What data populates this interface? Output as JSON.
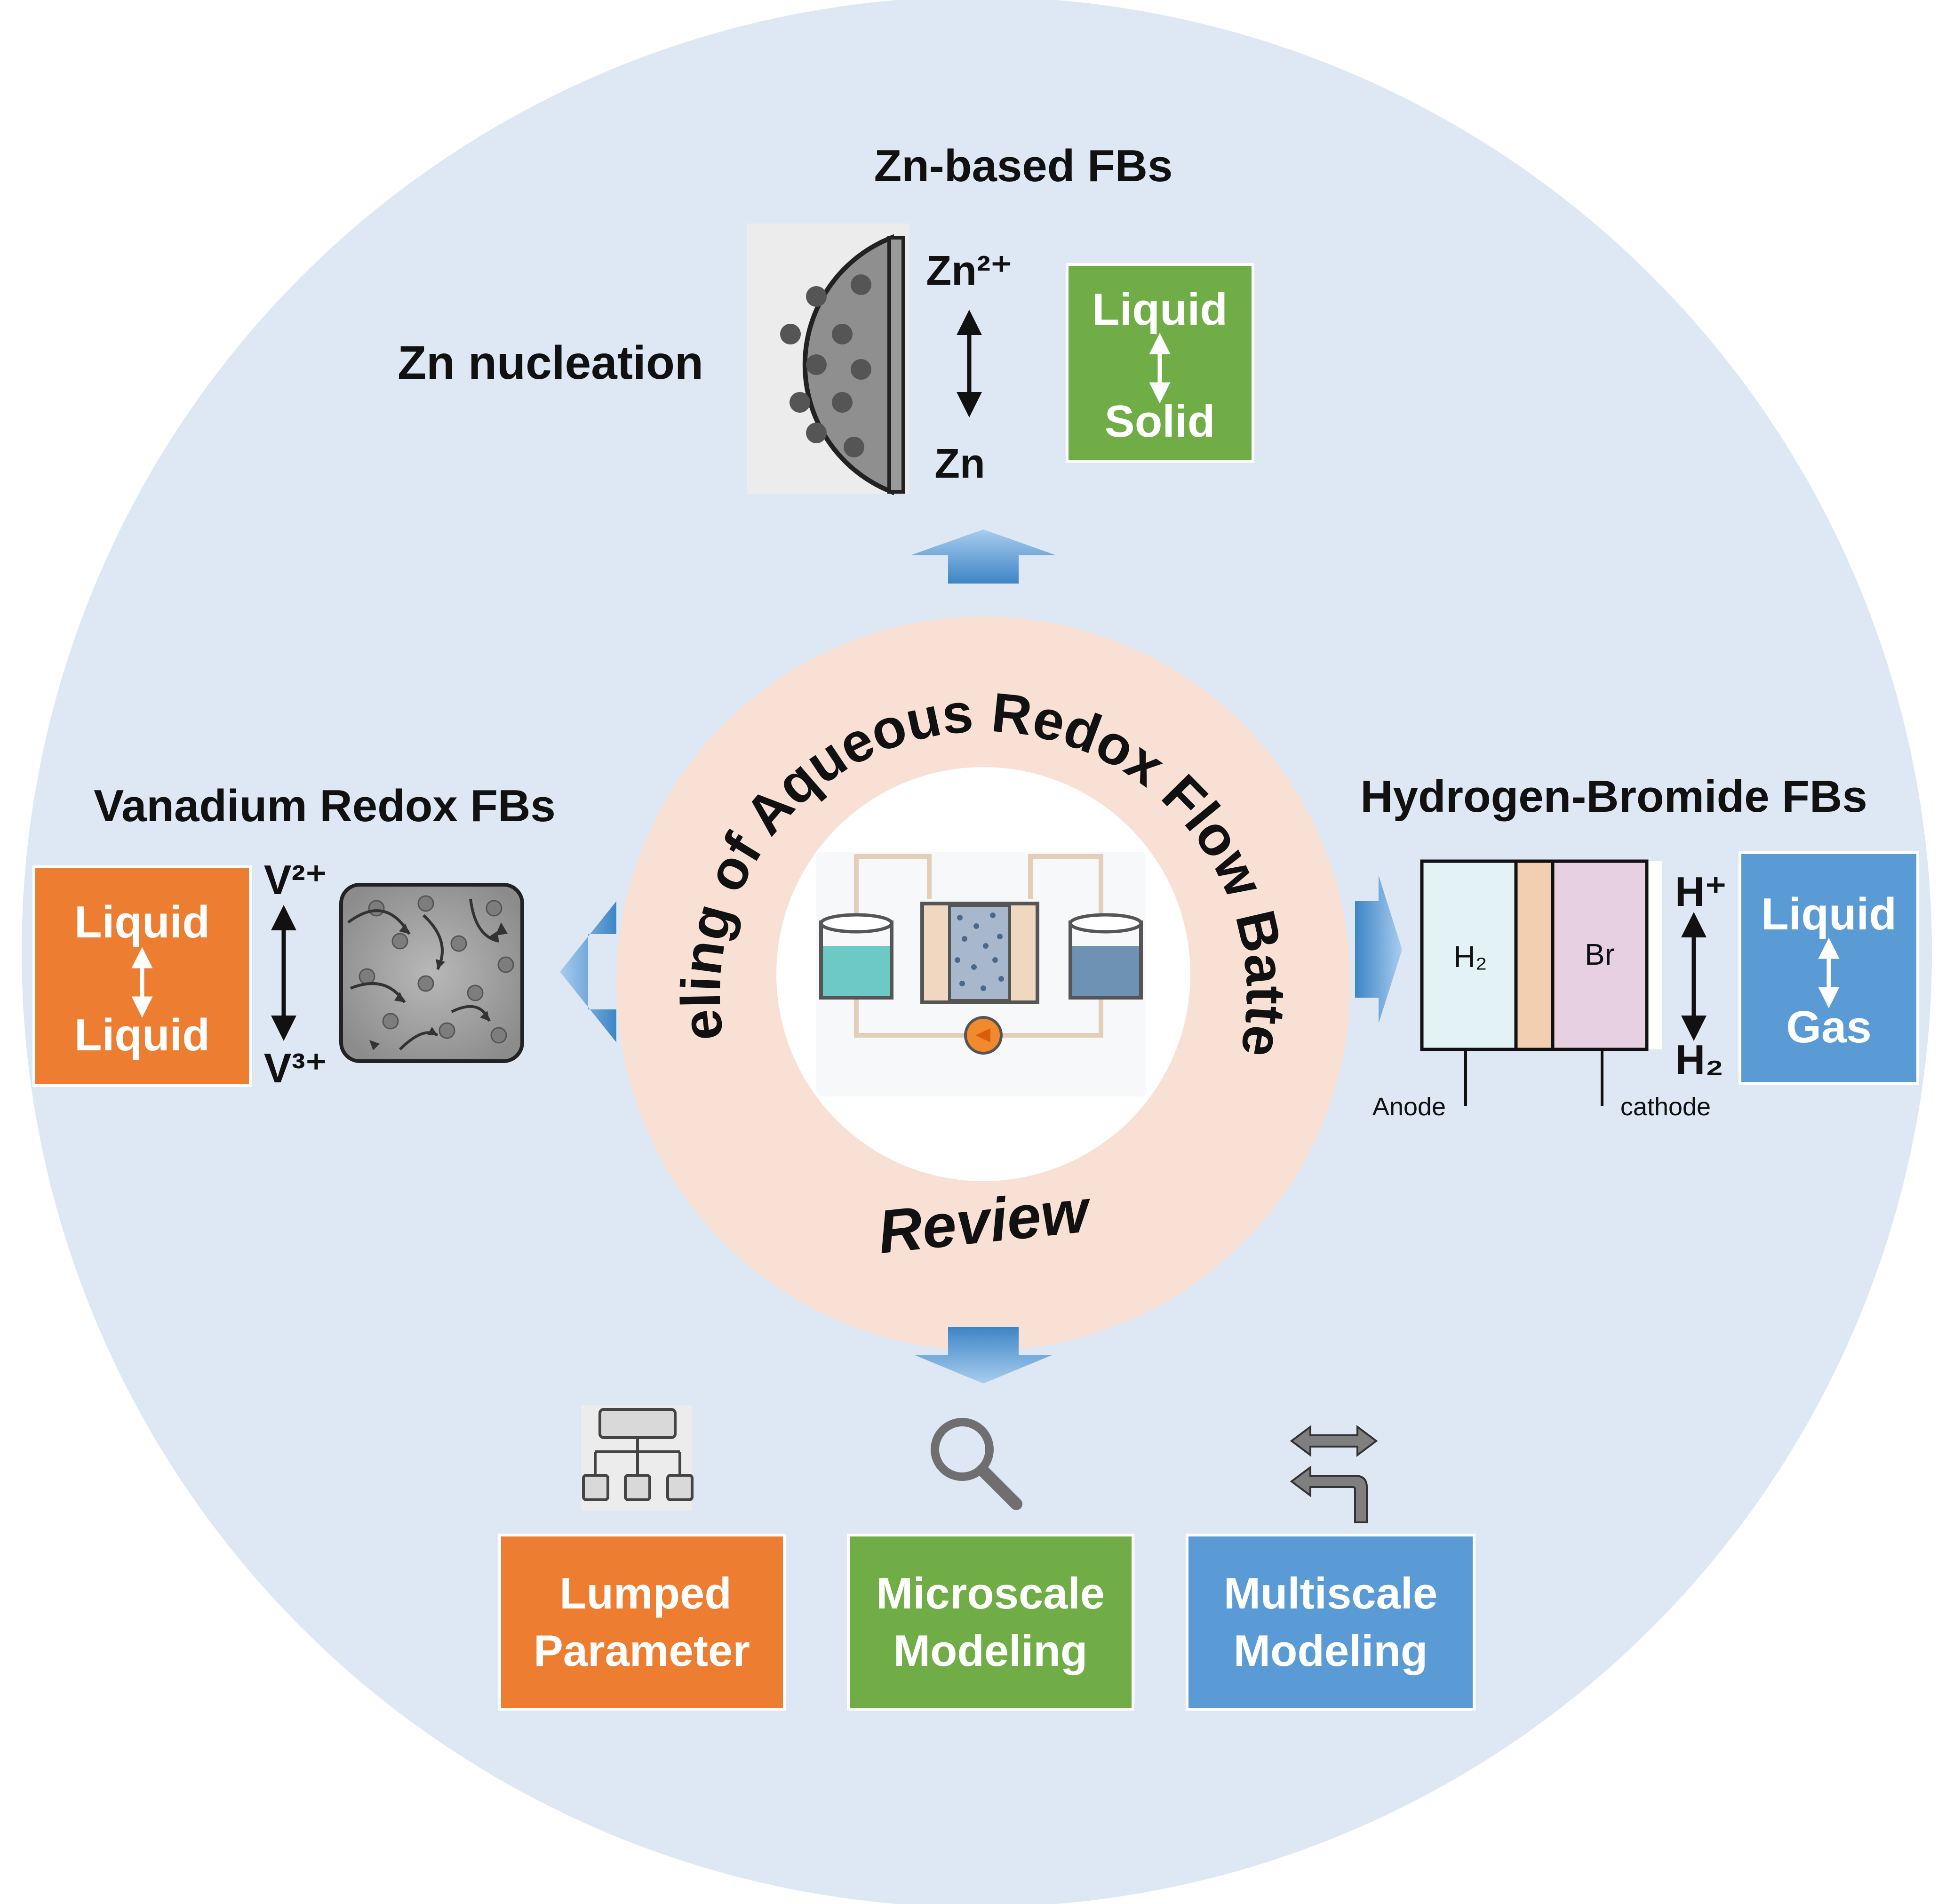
{
  "colors": {
    "outer_circle": "#dde8f4",
    "ring": "#f8e0d4",
    "inner_circle": "#ffffff",
    "orange": "#ed7d31",
    "green": "#70ad47",
    "blue": "#5b9bd5",
    "arrow_blue": "#4a8fd0",
    "text_dark": "#111111",
    "icon_gray": "#7f7f7f"
  },
  "center": {
    "ring_title": "Modeling of Aqueous Redox Flow Batteries",
    "subtitle": "Review"
  },
  "top": {
    "title": "Zn-based FBs",
    "process_label": "Zn nucleation",
    "ion_top": "Zn²⁺",
    "ion_bottom": "Zn",
    "phase_box": {
      "top": "Liquid",
      "bottom": "Solid",
      "color": "green"
    }
  },
  "left": {
    "title": "Vanadium Redox FBs",
    "ion_top": "V²⁺",
    "ion_bottom": "V³⁺",
    "phase_box": {
      "top": "Liquid",
      "bottom": "Liquid",
      "color": "orange"
    }
  },
  "right": {
    "title": "Hydrogen-Bromide FBs",
    "cell": {
      "left_chamber": "H₂",
      "right_chamber": "Br",
      "anode_label": "Anode",
      "cathode_label": "cathode"
    },
    "ion_top": "H⁺",
    "ion_bottom": "H₂",
    "phase_box": {
      "top": "Liquid",
      "bottom": "Gas",
      "color": "blue"
    }
  },
  "bottom": {
    "methods": [
      {
        "line1": "Lumped",
        "line2": "Parameter",
        "icon": "hierarchy-icon",
        "color": "orange"
      },
      {
        "line1": "Microscale",
        "line2": "Modeling",
        "icon": "magnifier-icon",
        "color": "green"
      },
      {
        "line1": "Multiscale",
        "line2": "Modeling",
        "icon": "exchange-arrows-icon",
        "color": "blue"
      }
    ]
  }
}
